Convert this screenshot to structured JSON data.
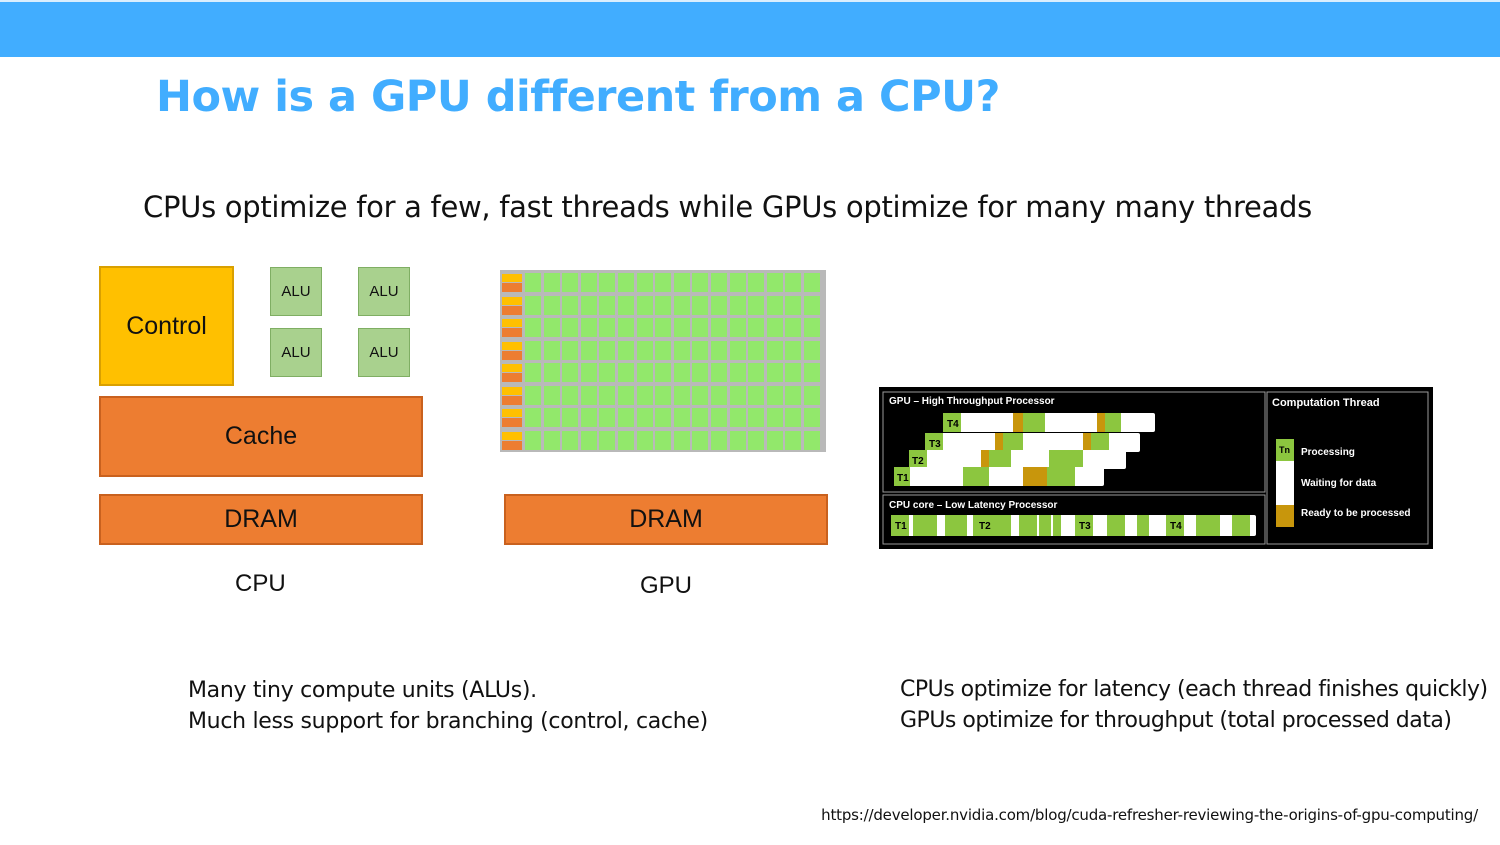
{
  "slide": {
    "title": "How is a GPU different from a CPU?",
    "subtitle": "CPUs optimize for a few, fast threads while GPUs optimize for many many threads"
  },
  "cpu_diagram": {
    "control_label": "Control",
    "alu_labels": [
      "ALU",
      "ALU",
      "ALU",
      "ALU"
    ],
    "cache_label": "Cache",
    "dram_label": "DRAM",
    "caption": "CPU"
  },
  "gpu_diagram": {
    "dram_label": "DRAM",
    "caption": "GPU"
  },
  "thread_figure": {
    "gpu_section_title": "GPU – High Throughput Processor",
    "cpu_section_title": "CPU core – Low Latency Processor",
    "legend_title": "Computation Thread",
    "legend_tag": "Tn",
    "legend_items": [
      "Processing",
      "Waiting for data",
      "Ready to be processed"
    ],
    "gpu_thread_tags": [
      "T4",
      "T3",
      "T2",
      "T1"
    ],
    "cpu_thread_tags": [
      "T1",
      "T2",
      "T3",
      "T4"
    ]
  },
  "notes": {
    "gpu_points": [
      "Many tiny compute units (ALUs).",
      "Much less support for branching (control, cache)"
    ],
    "latency_points": [
      "CPUs optimize for latency (each thread finishes quickly)",
      "GPUs optimize for throughput (total processed data)"
    ]
  },
  "source_url": "https://developer.nvidia.com/blog/cuda-refresher-reviewing-the-origins-of-gpu-computing/",
  "colors": {
    "accent": "#41adff",
    "alu_green": "#a9d18e",
    "control_yellow": "#ffc000",
    "cache_orange": "#ed7d31",
    "gpu_core_green": "#92e86b",
    "processing_green": "#8cc63f",
    "ready_gold": "#c8960c"
  }
}
